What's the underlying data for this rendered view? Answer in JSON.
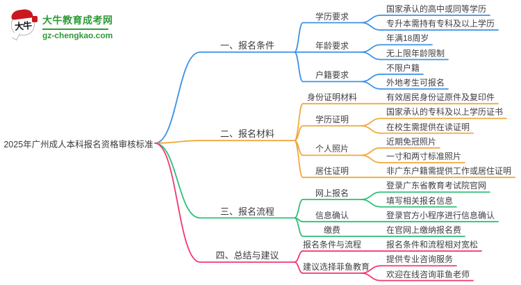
{
  "logo": {
    "icon_text": "大牛",
    "title": "大牛教育成考网",
    "url": "gz-chengkao.com",
    "brand_color": "#2e9b36",
    "icon_accent": "#c9191f"
  },
  "mindmap": {
    "root": {
      "label": "2025年广州成人本科报名资格审核标准"
    },
    "branches": [
      {
        "label": "一、报名条件",
        "color": "#3d92e6",
        "children": [
          {
            "label": "学历要求",
            "children": [
              {
                "label": "国家承认的高中或同等学历"
              },
              {
                "label": "专升本需持有专科及以上学历"
              }
            ]
          },
          {
            "label": "年龄要求",
            "children": [
              {
                "label": "年满18周岁"
              },
              {
                "label": "无上限年龄限制"
              }
            ]
          },
          {
            "label": "户籍要求",
            "children": [
              {
                "label": "不限户籍"
              },
              {
                "label": "外地考生可报名"
              }
            ]
          }
        ]
      },
      {
        "label": "二、报名材料",
        "color": "#f0a93c",
        "children": [
          {
            "label": "身份证明材料",
            "children": [
              {
                "label": "有效居民身份证原件及复印件"
              }
            ]
          },
          {
            "label": "学历证明",
            "children": [
              {
                "label": "国家承认的专科及以上学历证书"
              },
              {
                "label": "在校生需提供在读证明"
              }
            ]
          },
          {
            "label": "个人照片",
            "children": [
              {
                "label": "近期免冠照片"
              },
              {
                "label": "一寸和两寸标准照片"
              }
            ]
          },
          {
            "label": "居住证明",
            "children": [
              {
                "label": "非广东户籍需提供工作或居住证明"
              }
            ]
          }
        ]
      },
      {
        "label": "三、报名流程",
        "color": "#2fbe75",
        "children": [
          {
            "label": "网上报名",
            "children": [
              {
                "label": "登录广东省教育考试院官网"
              },
              {
                "label": "填写相关报名信息"
              }
            ]
          },
          {
            "label": "信息确认",
            "children": [
              {
                "label": "登录官方小程序进行信息确认"
              }
            ]
          },
          {
            "label": "缴费",
            "children": [
              {
                "label": "在官网上缴纳报名费"
              }
            ]
          }
        ]
      },
      {
        "label": "四、总结与建议",
        "color": "#f2366f",
        "children": [
          {
            "label": "报名条件与流程",
            "children": [
              {
                "label": "报名条件和流程相对宽松"
              }
            ]
          },
          {
            "label": "建议选择菲鱼教育",
            "children": [
              {
                "label": "提供专业咨询服务"
              },
              {
                "label": "欢迎在线咨询菲鱼老师"
              }
            ]
          }
        ]
      }
    ]
  }
}
